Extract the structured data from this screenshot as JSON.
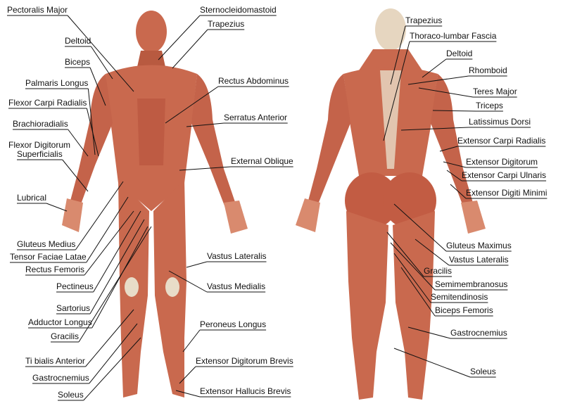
{
  "front": {
    "labels": [
      "Pectoralis Major",
      "Deltoid",
      "Biceps",
      "Palmaris Longus",
      "Flexor Carpi Radialis",
      "Brachioradialis",
      "Flexor Digitorum",
      "Superficialis",
      "Lubrical",
      "Gluteus Medius",
      "Tensor Faciae Latae",
      "Rectus Femoris",
      "Pectineus",
      "Sartorius",
      "Adductor Longus",
      "Gracilis",
      "Ti bialis Anterior",
      "Gastrocnemius",
      "Soleus",
      "Sternocleidomastoid",
      "Trapezius",
      "Rectus Abdominus",
      "Serratus Anterior",
      "External Oblique",
      "Vastus Lateralis",
      "Vastus Medialis",
      "Peroneus Longus",
      "Extensor Digitorum Brevis",
      "Extensor Hallucis Brevis"
    ]
  },
  "back": {
    "labels": [
      "Trapezius",
      "Thoraco-lumbar Fascia",
      "Deltoid",
      "Rhomboid",
      "Teres Major",
      "Triceps",
      "Latissimus Dorsi",
      "Extensor Carpi Radialis",
      "Extensor Digitorum",
      "Extensor Carpi Ulnaris",
      "Extensor Digiti Minimi",
      "Gluteus Maximus",
      "Vastus Lateralis",
      "Gracilis",
      "Semimembranosus",
      "Semitendinosis",
      "Biceps Femoris",
      "Gastrocnemius",
      "Soleus"
    ]
  },
  "colors": {
    "muscle": "#c9694e",
    "muscle_dark": "#a84a35",
    "tendon": "#e8dcc8",
    "line": "#111111"
  }
}
